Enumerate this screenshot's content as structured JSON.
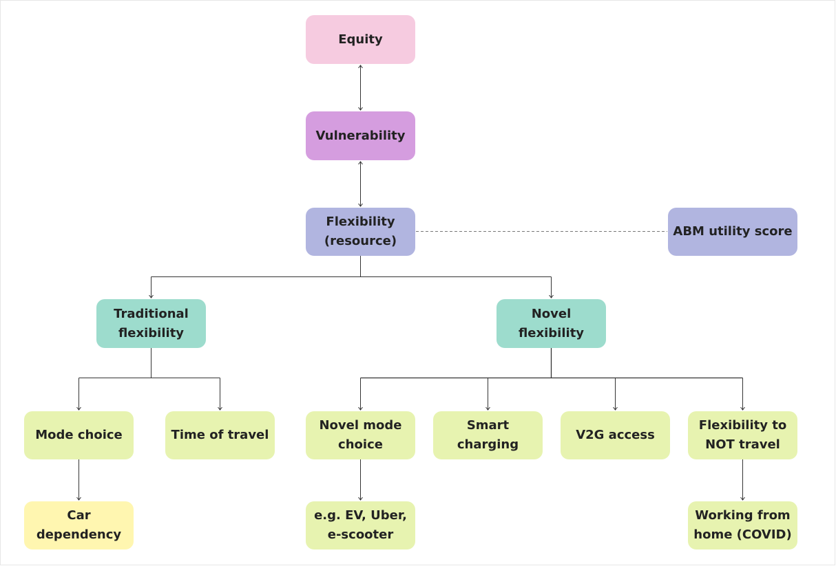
{
  "colors": {
    "pink": "#f6cbe0",
    "purple": "#d59ddf",
    "lavender": "#b1b5e0",
    "teal": "#9ddccd",
    "lime": "#e7f3b0",
    "yellow": "#fff6b0",
    "line": "#333333",
    "dashed": "#777777"
  },
  "nodes": {
    "equity": "Equity",
    "vulnerability": "Vulnerability",
    "flexibility_resource": "Flexibility\n(resource)",
    "abm_utility_score": "ABM utility score",
    "traditional_flexibility": "Traditional\nflexibility",
    "novel_flexibility": "Novel\nflexibility",
    "mode_choice": "Mode choice",
    "time_of_travel": "Time of travel",
    "novel_mode_choice": "Novel mode\nchoice",
    "smart_charging": "Smart\ncharging",
    "v2g_access": "V2G access",
    "flexibility_not_travel": "Flexibility to\nNOT travel",
    "car_dependency": "Car\ndependency",
    "eg_ev_uber": "e.g. EV, Uber,\ne-scooter",
    "working_from_home": "Working from\nhome (COVID)"
  }
}
